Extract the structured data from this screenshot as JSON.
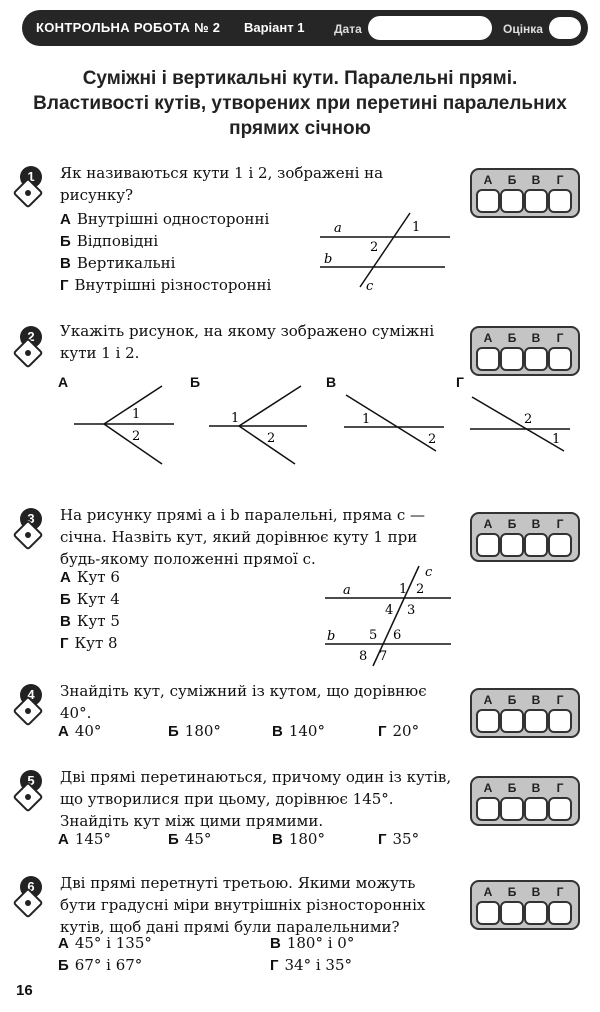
{
  "header": {
    "title": "КОНТРОЛЬНА РОБОТА № 2",
    "variant": "Варіант 1",
    "date_label": "Дата",
    "grade_label": "Оцінка"
  },
  "page_title": "Суміжні і вертикальні кути. Паралельні прямі. Властивості кутів, утворених при перетині паралельних прямих січною",
  "answer_letters": [
    "А",
    "Б",
    "В",
    "Г"
  ],
  "questions": [
    {
      "number": "1",
      "text": "Як називаються кути 1 і 2, зображені на рисунку?",
      "options": [
        {
          "letter": "А",
          "text": "Внутрішні односторонні"
        },
        {
          "letter": "Б",
          "text": "Відповідні"
        },
        {
          "letter": "В",
          "text": "Вертикальні"
        },
        {
          "letter": "Г",
          "text": "Внутрішні різносторонні"
        }
      ],
      "figure": {
        "line_a": "a",
        "line_b": "b",
        "line_c": "c",
        "angle1": "1",
        "angle2": "2"
      }
    },
    {
      "number": "2",
      "text": "Укажіть рисунок, на якому зображено суміжні кути 1 і 2.",
      "pictures": [
        {
          "letter": "А",
          "angle1": "1",
          "angle2": "2"
        },
        {
          "letter": "Б",
          "angle1": "1",
          "angle2": "2"
        },
        {
          "letter": "В",
          "angle1": "1",
          "angle2": "2"
        },
        {
          "letter": "Г",
          "angle1": "2",
          "angle2": "1"
        }
      ]
    },
    {
      "number": "3",
      "text": "На рисунку прямі a і b паралельні, пряма c — січна. Назвіть кут, який дорівнює куту 1 при будь-якому положенні прямої c.",
      "options": [
        {
          "letter": "А",
          "text": "Кут 6"
        },
        {
          "letter": "Б",
          "text": "Кут 4"
        },
        {
          "letter": "В",
          "text": "Кут 5"
        },
        {
          "letter": "Г",
          "text": "Кут 8"
        }
      ],
      "figure": {
        "line_a": "a",
        "line_b": "b",
        "line_c": "c",
        "angles": [
          "1",
          "2",
          "4",
          "3",
          "5",
          "6",
          "8",
          "7"
        ]
      }
    },
    {
      "number": "4",
      "text": "Знайдіть кут, суміжний із кутом, що дорівнює 40°.",
      "options": [
        {
          "letter": "А",
          "text": "40°"
        },
        {
          "letter": "Б",
          "text": "180°"
        },
        {
          "letter": "В",
          "text": "140°"
        },
        {
          "letter": "Г",
          "text": "20°"
        }
      ]
    },
    {
      "number": "5",
      "text": "Дві прямі перетинаються, причому один із кутів, що утворилися при цьому, дорівнює 145°. Знайдіть кут між цими прямими.",
      "options": [
        {
          "letter": "А",
          "text": "145°"
        },
        {
          "letter": "Б",
          "text": "45°"
        },
        {
          "letter": "В",
          "text": "180°"
        },
        {
          "letter": "Г",
          "text": "35°"
        }
      ]
    },
    {
      "number": "6",
      "text": "Дві прямі перетнуті третьою. Якими можуть бути градусні міри внутрішніх різносторонніх кутів, щоб дані прямі були паралельними?",
      "options": [
        {
          "letter": "А",
          "text": "45° і 135°"
        },
        {
          "letter": "Б",
          "text": "67° і 67°"
        },
        {
          "letter": "В",
          "text": "180° і 0°"
        },
        {
          "letter": "Г",
          "text": "34° і 35°"
        }
      ]
    }
  ],
  "page_number": "16"
}
